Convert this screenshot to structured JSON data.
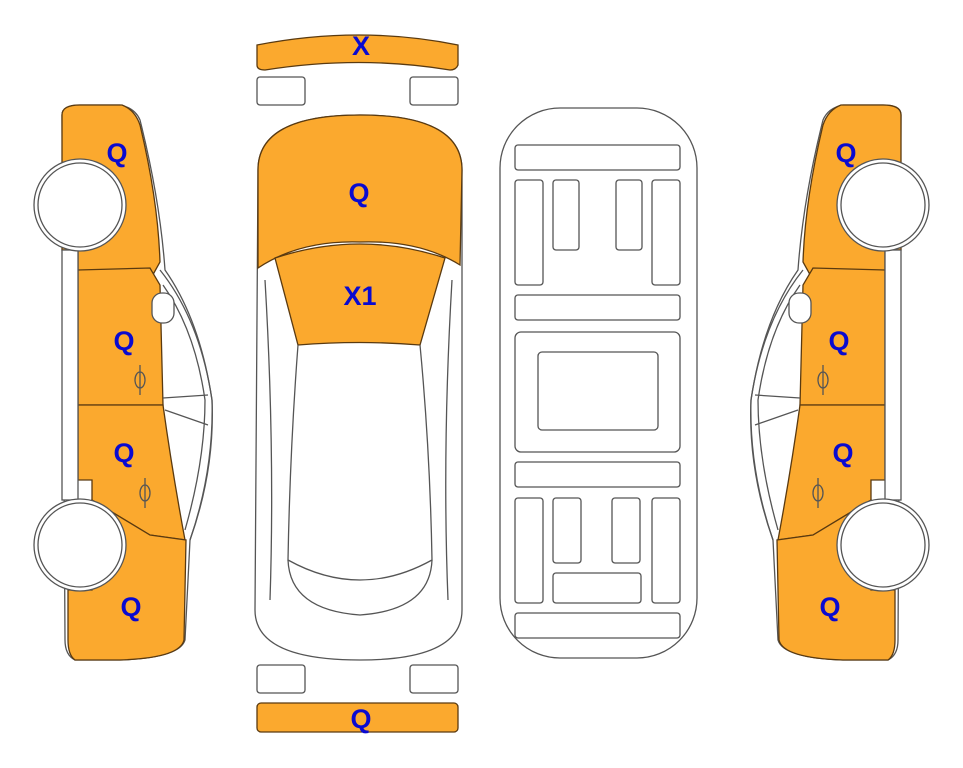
{
  "colors": {
    "damaged_fill": "#FBA92E",
    "label_color": "#0A0AD0",
    "outline": "#555555"
  },
  "left_side": {
    "front_fender": "Q",
    "front_door": "Q",
    "rear_door": "Q",
    "rear_quarter": "Q"
  },
  "top_view": {
    "front_bumper": "X",
    "hood": "Q",
    "windshield": "X1",
    "rear_bumper": "Q"
  },
  "right_side": {
    "front_fender": "Q",
    "front_door": "Q",
    "rear_door": "Q",
    "rear_quarter": "Q"
  }
}
